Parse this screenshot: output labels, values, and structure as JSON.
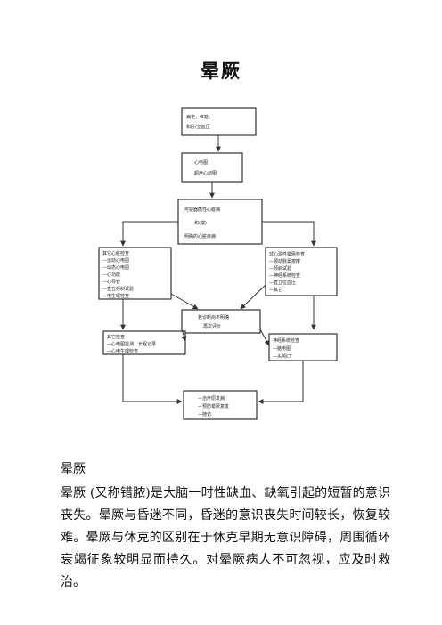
{
  "document": {
    "title": "晕厥",
    "section_label": "晕厥",
    "paragraph": "晕厥 (又称错脓)是大脑一时性缺血、缺氧引起的短暂的意识丧失。晕厥与昏迷不同，昏迷的意识丧失时间较长，恢复较难。晕厥与休克的区别在于休克早期无意识障碍，周围循环衰竭征象较明显而持久。对晕厥病人不可忽视，应及时救治。"
  },
  "flowchart": {
    "box1": [
      "病史，体检，",
      "和卧/立血压"
    ],
    "box2": [
      "心电图",
      "超声心动图"
    ],
    "box3": [
      "可疑器质性心脏病",
      "和(或)",
      "明确的心脏疾病"
    ],
    "box_left": [
      "其它心脏检查",
      "—运动心电图",
      "—动态心电图",
      "—心功能",
      "—心导管",
      "—直立倾斜试验",
      "—电生理检查"
    ],
    "box_right": [
      "非心源性晕厥检查",
      "—颈动脉窦按摩",
      "—倾斜试验",
      "—神经系统检查",
      "—直立位血压",
      "—其它"
    ],
    "box_center": [
      "若诊断尚不明确",
      "再次评价"
    ],
    "box_left2": [
      "其它检查",
      "—心电图监测，长程记录",
      "—心电生理检查"
    ],
    "box_right2": [
      "神经系统检查",
      "—脑电图",
      "—头颅CT"
    ],
    "box_bottom": [
      "—治疗原发病",
      "—预防晕厥复发",
      "—随访"
    ]
  }
}
